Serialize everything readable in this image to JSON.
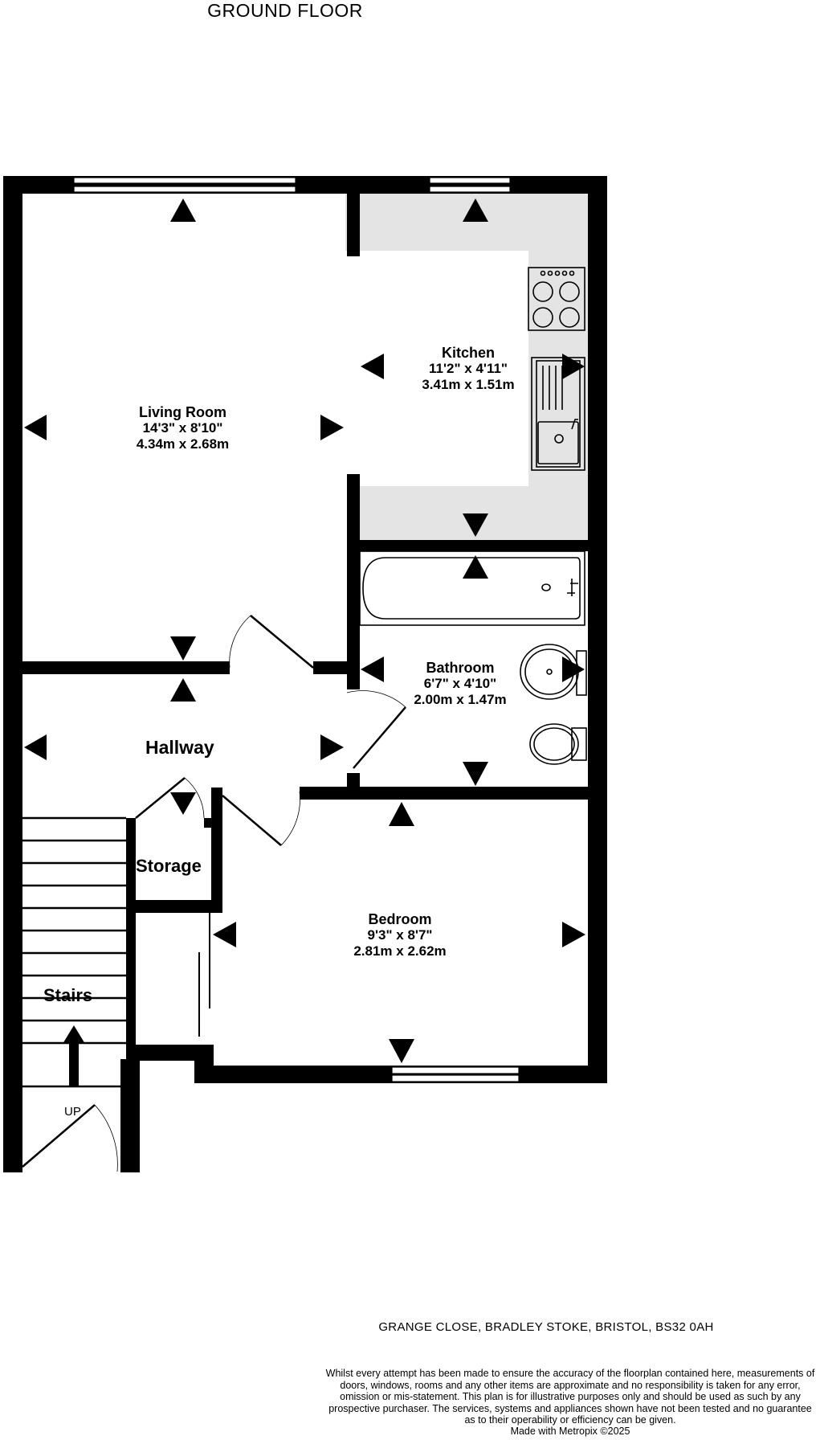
{
  "floor_title": "GROUND FLOOR",
  "rooms": {
    "living_room": {
      "name": "Living Room",
      "imperial": "14'3\"  x 8'10\"",
      "metric": "4.34m  x 2.68m"
    },
    "kitchen": {
      "name": "Kitchen",
      "imperial": "11'2\"  x 4'11\"",
      "metric": "3.41m  x 1.51m"
    },
    "bathroom": {
      "name": "Bathroom",
      "imperial": "6'7\"  x 4'10\"",
      "metric": "2.00m  x 1.47m"
    },
    "bedroom": {
      "name": "Bedroom",
      "imperial": "9'3\"  x 8'7\"",
      "metric": "2.81m  x 2.62m"
    },
    "hallway": {
      "name": "Hallway"
    },
    "storage": {
      "name": "Storage"
    },
    "stairs": {
      "name": "Stairs",
      "direction": "UP"
    }
  },
  "address": "GRANGE CLOSE, BRADLEY STOKE, BRISTOL, BS32 0AH",
  "disclaimer": "Whilst every attempt has been made to ensure the accuracy of the floorplan contained here, measurements of doors, windows, rooms and any other items are approximate and no responsibility is taken for any error, omission or mis-statement. This plan is for illustrative purposes only and should be used as such by any prospective purchaser. The services, systems and appliances shown have not been tested and no guarantee as to their operability or efficiency can be given.",
  "credit": "Made with Metropix ©2025",
  "colors": {
    "wall": "#000000",
    "kitchen_floor": "#e4e4e4",
    "background": "#ffffff"
  }
}
